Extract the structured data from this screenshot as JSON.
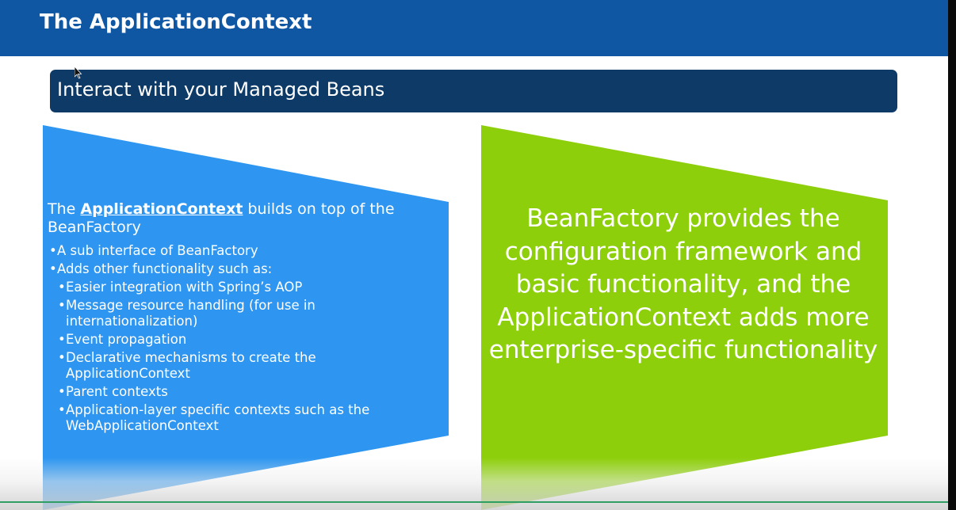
{
  "slide": {
    "title": "The ApplicationContext",
    "subtitle": "Interact with your Managed Beans"
  },
  "left_panel": {
    "lead_prefix": "The ",
    "lead_strong": "ApplicationContext",
    "lead_suffix": " builds on top of the BeanFactory",
    "bullets": [
      {
        "level": 1,
        "text": "A sub interface of BeanFactory"
      },
      {
        "level": 1,
        "text": "Adds other functionality such as:"
      },
      {
        "level": 2,
        "text": "Easier integration with Spring’s AOP"
      },
      {
        "level": 2,
        "text": "Message resource handling (for use in internationalization)"
      },
      {
        "level": 2,
        "text": "Event propagation"
      },
      {
        "level": 2,
        "text": "Declarative mechanisms to create the ApplicationContext"
      },
      {
        "level": 2,
        "text": "Parent contexts"
      },
      {
        "level": 2,
        "text": "Application-layer specific contexts such as the WebApplicationContext"
      }
    ]
  },
  "right_panel": {
    "text": "BeanFactory provides the configuration framework and basic functionality, and the ApplicationContext adds more enterprise-specific functionality"
  },
  "colors": {
    "header": "#0f56a3",
    "subtitle_bar": "#0d3a66",
    "left_shape": "#2e96f0",
    "right_shape": "#8ecf0c",
    "text": "#ffffff"
  }
}
